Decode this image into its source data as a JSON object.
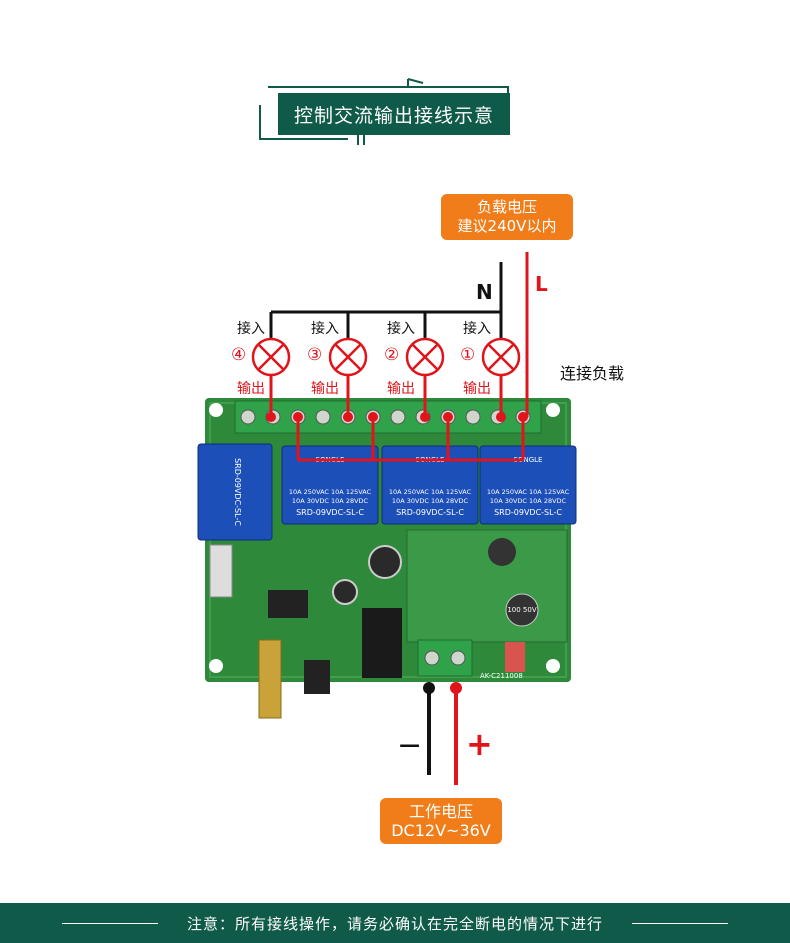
{
  "title": "控制交流输出接线示意",
  "load_voltage": {
    "line1": "负载电压",
    "line2": "建议240V以内"
  },
  "wire_labels": {
    "neutral": "N",
    "live": "L"
  },
  "connect_label": "接入",
  "output_label": "输出",
  "channels": [
    "④",
    "③",
    "②",
    "①"
  ],
  "load_label": "连接负载",
  "power": {
    "line1": "工作电压",
    "line2": "DC12V~36V"
  },
  "polarity": {
    "minus": "−",
    "plus": "+"
  },
  "footer_note": "注意：所有接线操作，请务必确认在完全断电的情况下进行",
  "board_text": {
    "relay_brand": "SONGLE",
    "relay_model": "SRD-09VDC-SL-C",
    "relay_spec1": "10A 250VAC  10A 125VAC",
    "relay_spec2": "10A  30VDC  10A  28VDC",
    "cap_label": "100 50V",
    "board_id": "AK-C211008"
  },
  "colors": {
    "teal": "#0f5a48",
    "orange": "#f07d1a",
    "red": "#e0141a",
    "pcb": "#2e8a3a",
    "relay": "#1d4fb8"
  }
}
